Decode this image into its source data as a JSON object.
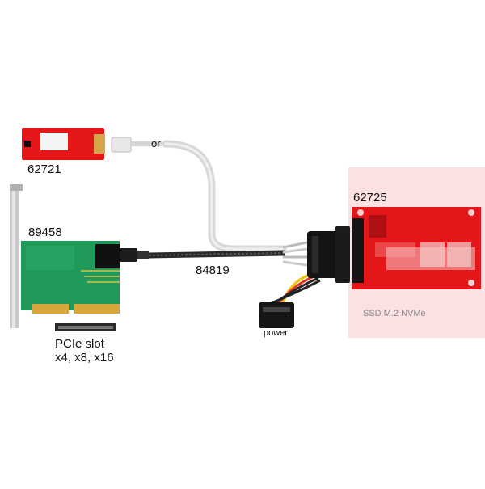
{
  "labels": {
    "m2_adapter_code": "62721",
    "or": "or",
    "pcie_card_code": "89458",
    "cable_code": "84819",
    "u2_adapter_code": "62725",
    "pcie_slot_line1": "PCIe slot",
    "pcie_slot_line2": "x4, x8, x16",
    "power": "power",
    "ssd_caption": "SSD M.2 NVMe"
  },
  "colors": {
    "red_pcb": "#e5161a",
    "green_pcb": "#1f9a5a",
    "highlight_pink": "#fbe1e1",
    "cable_black": "#2a2a2a",
    "cable_white": "#d8d8d8"
  },
  "icons": [
    "sata-power-connector-icon",
    "sff-8643-connector-icon",
    "u2-connector-icon",
    "pcie-bracket-icon"
  ]
}
